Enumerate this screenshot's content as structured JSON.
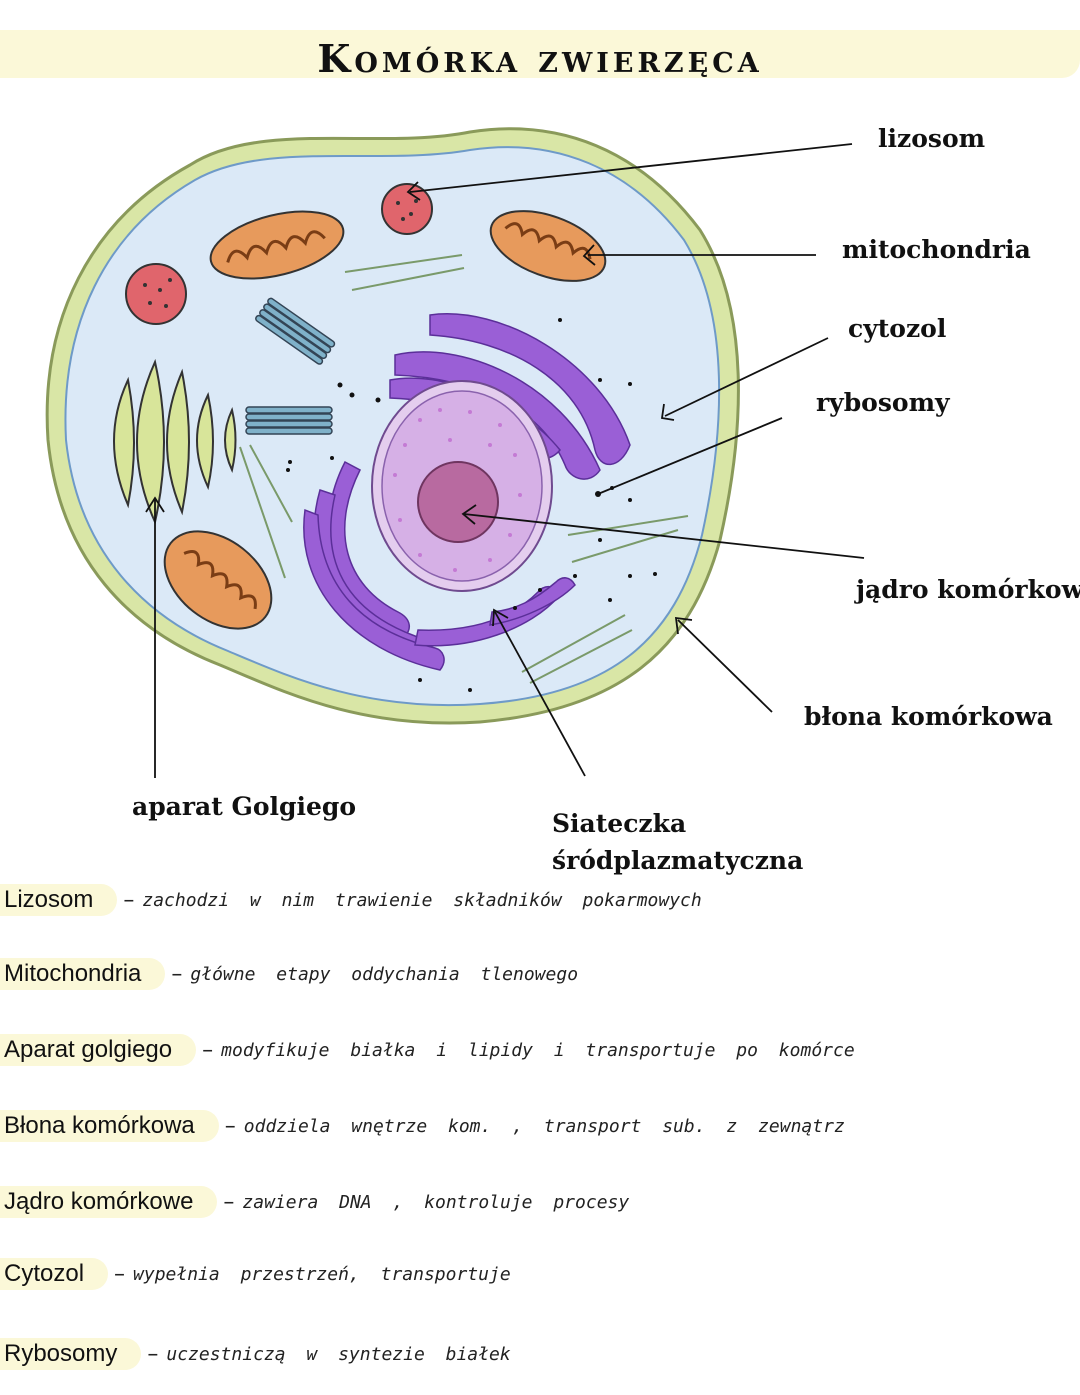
{
  "title": "Komórka zwierzęca",
  "labels": {
    "lizosom": "lizosom",
    "mitochondria": "mitochondria",
    "cytozol": "cytozol",
    "rybosomy": "rybosomy",
    "jadro": "jądro komórkowe",
    "blona": "błona komórkowa",
    "golgi": "aparat Golgiego",
    "siateczka_1": "Siateczka",
    "siateczka_2": "śródplazmatyczna"
  },
  "notes": [
    {
      "term": "Lizosom",
      "desc": "zachodzi w nim trawienie składników pokarmowych"
    },
    {
      "term": "Mitochondria",
      "desc": "główne etapy oddychania tlenowego"
    },
    {
      "term": "Aparat golgiego",
      "desc": "modyfikuje białka i lipidy i transportuje po komórce"
    },
    {
      "term": "Błona komórkowa",
      "desc": "oddziela wnętrze kom. , transport sub. z zewnątrz"
    },
    {
      "term": "Jądro komórkowe",
      "desc": "zawiera DNA , kontroluje procesy"
    },
    {
      "term": "Cytozol",
      "desc": "wypełnia przestrzeń, transportuje"
    },
    {
      "term": "Rybosomy",
      "desc": "uczestniczą w syntezie białek"
    }
  ],
  "colors": {
    "title_highlight": "#fbf8d8",
    "cytoplasm": "#dbe9f7",
    "membrane": "#d9e6a6",
    "nucleus": "#d6b0e6",
    "nucleolus": "#b86aa0",
    "endoplasmic_reticulum": "#9a5fd6",
    "mitochondria": "#e79a5c",
    "lysosome": "#e0656c",
    "golgi": "#d8e59a",
    "centriole": "#7fb1c9"
  }
}
